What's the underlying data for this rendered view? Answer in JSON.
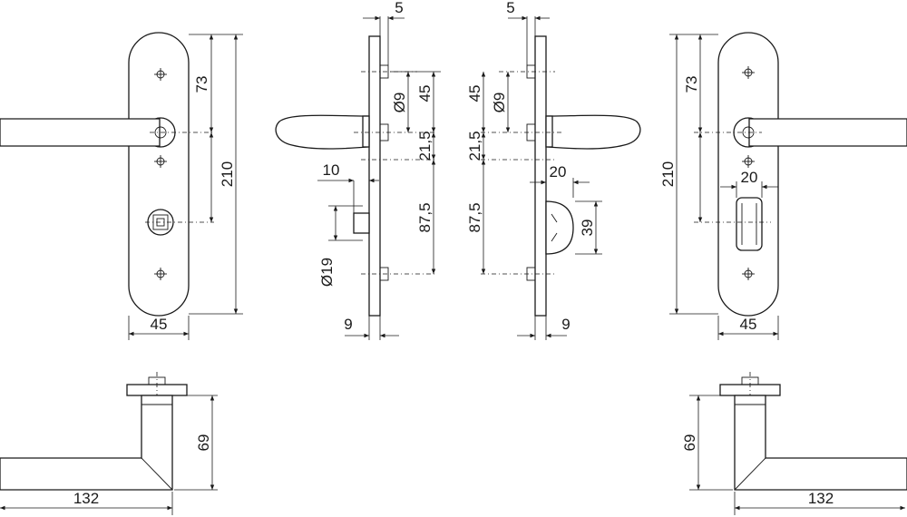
{
  "dimensions": {
    "front_left": {
      "height_total": "210",
      "to_lever": "73",
      "width": "45"
    },
    "side_left": {
      "top_offset": "5",
      "hole": "Ø9",
      "to_axis": "45",
      "axis_gap": "21,5",
      "to_lower": "87,5",
      "escutcheon": "10",
      "rose": "Ø19",
      "thickness": "9"
    },
    "side_right": {
      "top_offset": "5",
      "hole": "Ø9",
      "to_axis": "45",
      "axis_gap": "21,5",
      "to_lower": "87,5",
      "turn_width": "20",
      "turn_height": "39",
      "thickness": "9"
    },
    "front_right": {
      "height_total": "210",
      "to_lever": "73",
      "turn_width": "20",
      "width": "45"
    },
    "top_left": {
      "height": "69",
      "length": "132"
    },
    "top_right": {
      "height": "69",
      "length": "132"
    }
  }
}
